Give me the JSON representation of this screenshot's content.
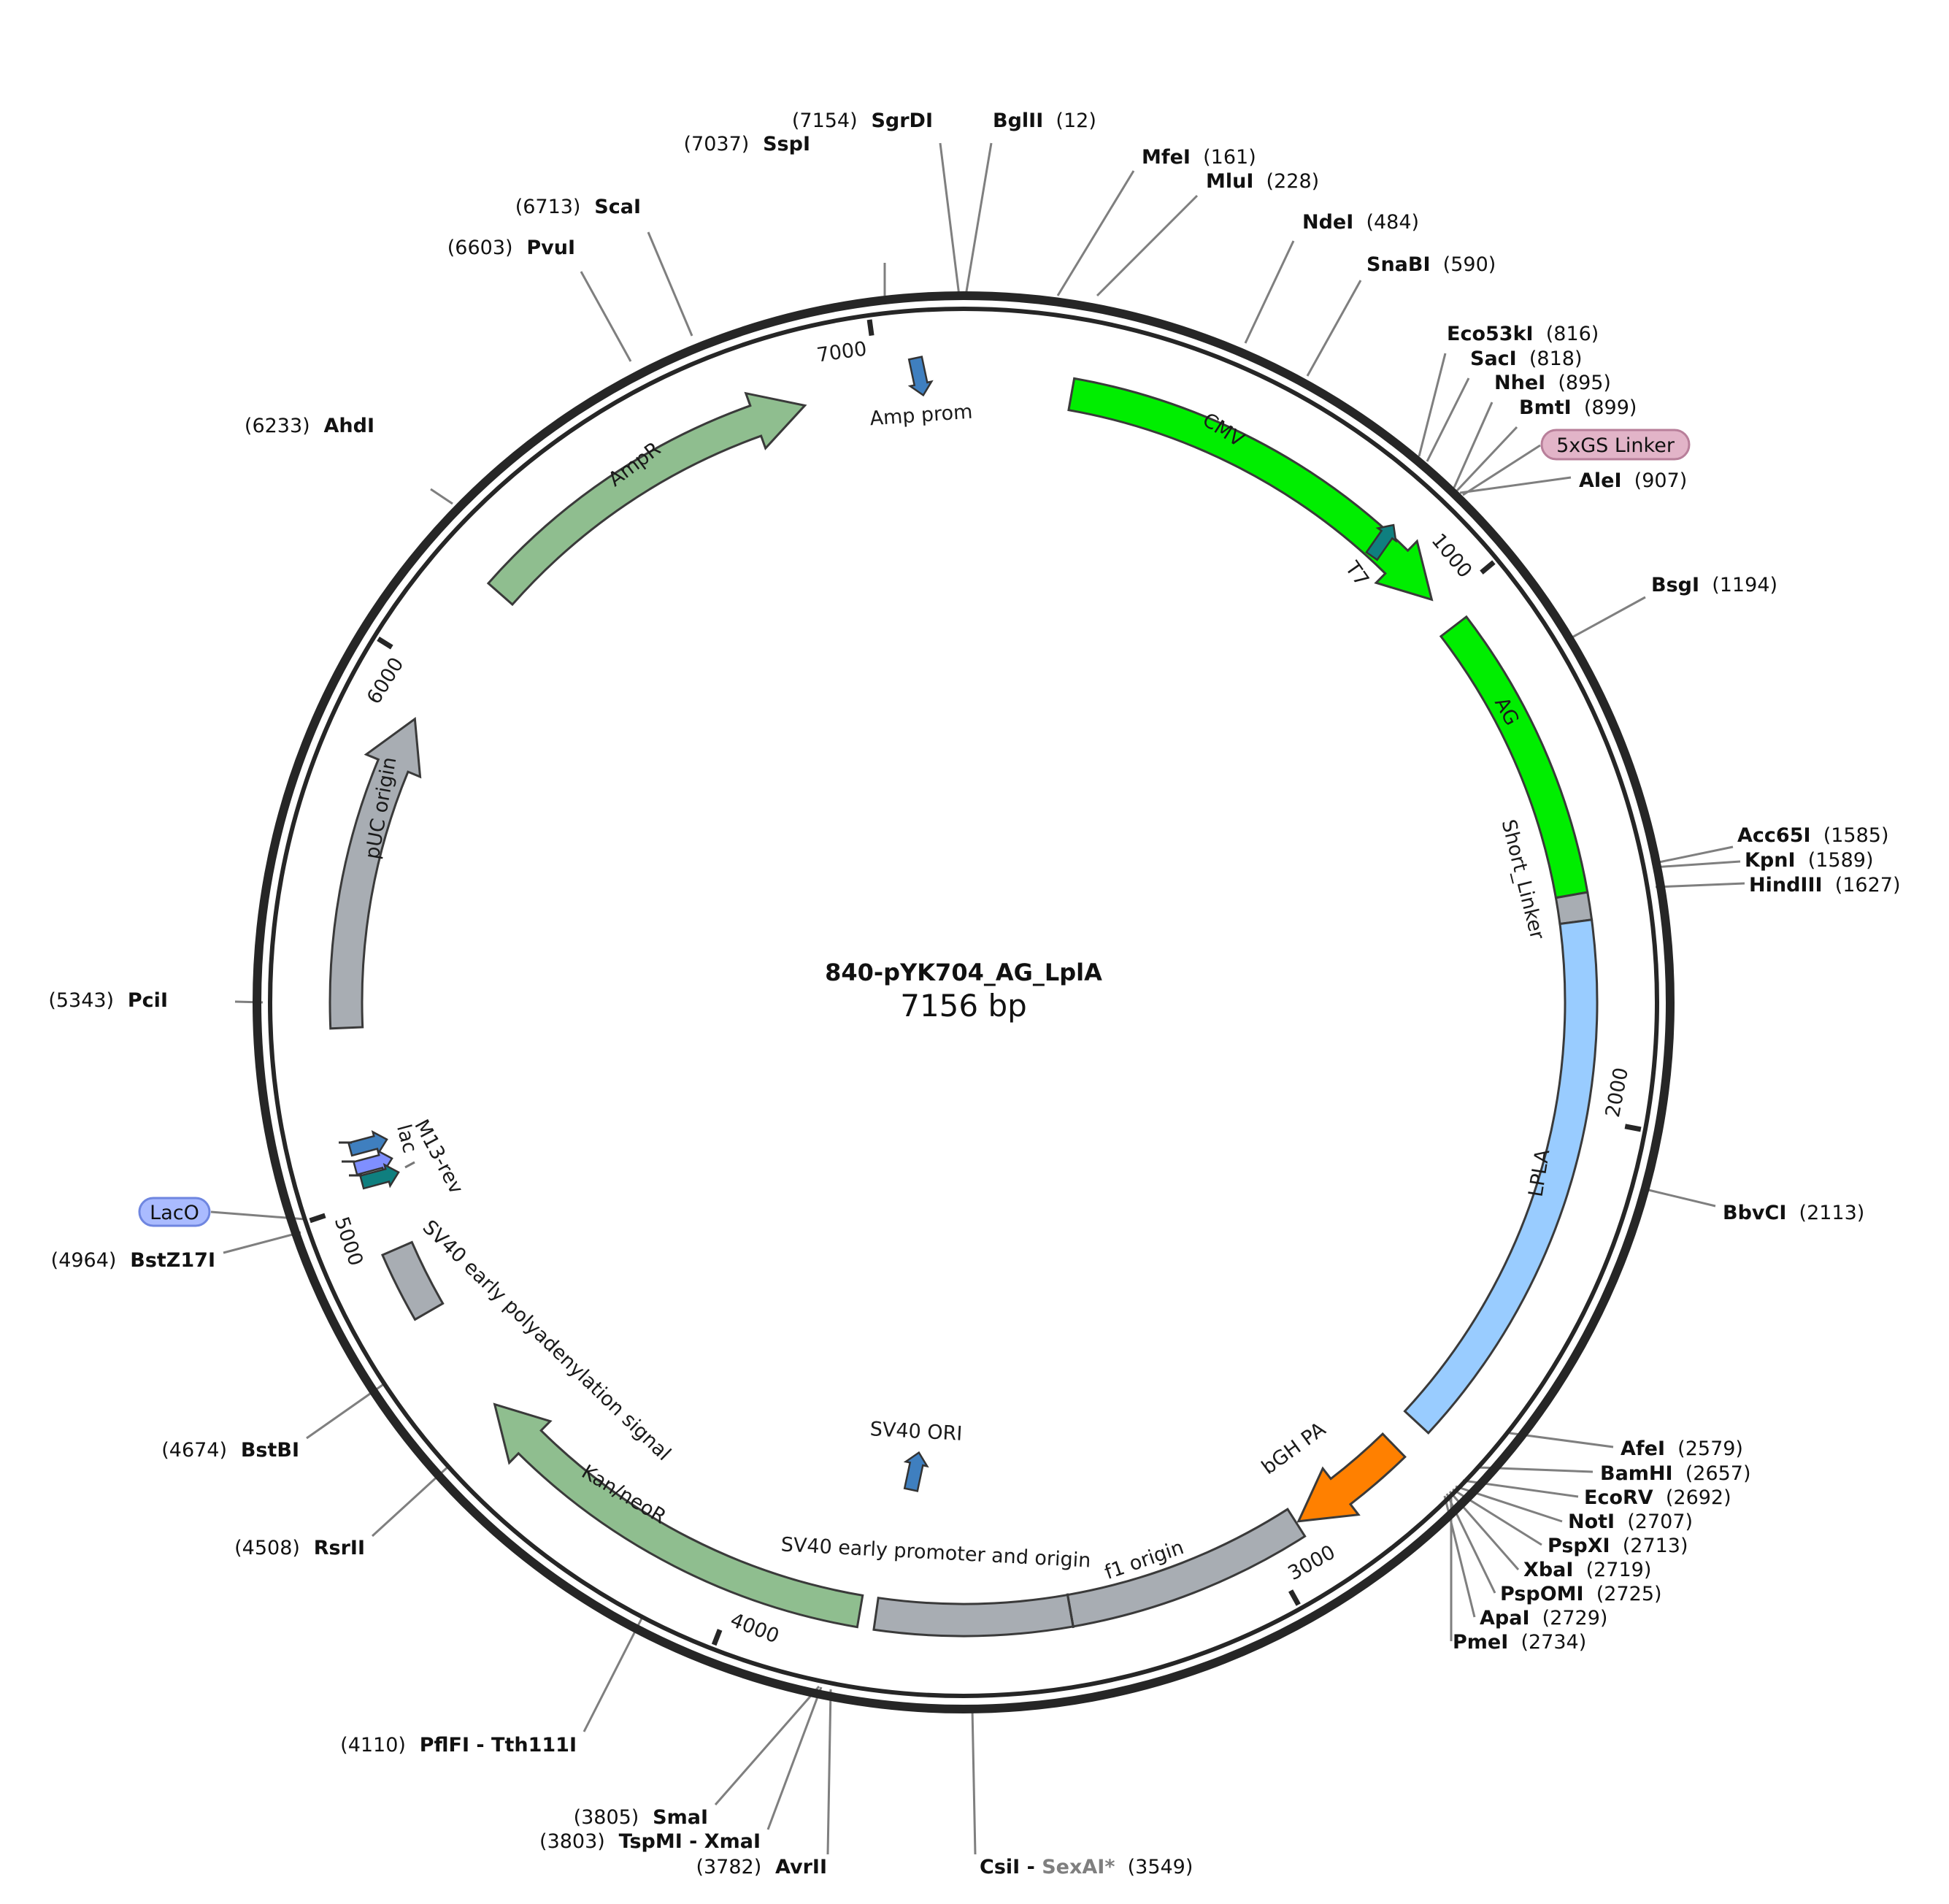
{
  "plasmid": {
    "name": "840-pYK704_AG_LplA",
    "length_label": "7156 bp",
    "length": 7156
  },
  "ticks": [
    {
      "pos": 1000,
      "label": "1000"
    },
    {
      "pos": 2000,
      "label": "2000"
    },
    {
      "pos": 3000,
      "label": "3000"
    },
    {
      "pos": 4000,
      "label": "4000"
    },
    {
      "pos": 5000,
      "label": "5000"
    },
    {
      "pos": 6000,
      "label": "6000"
    },
    {
      "pos": 7000,
      "label": "7000"
    }
  ],
  "features": [
    {
      "name": "CMV",
      "start": 200,
      "end": 980,
      "dir": 1,
      "color": "#00ee00",
      "lane": 0
    },
    {
      "name": "AG",
      "start": 1044,
      "end": 1590,
      "dir": 0,
      "color": "#00ee00",
      "lane": 0
    },
    {
      "name": "Short_Linker",
      "start": 1590,
      "end": 1640,
      "dir": 0,
      "color": "#a8adb3",
      "lane": 0
    },
    {
      "name": "LPLA",
      "start": 1640,
      "end": 2640,
      "dir": 0,
      "color": "#99ccff",
      "lane": 0
    },
    {
      "name": "bGH PA",
      "start": 2700,
      "end": 2925,
      "dir": 1,
      "color": "#ff8000",
      "lane": 0
    },
    {
      "name": "f1 origin",
      "start": 2930,
      "end": 3380,
      "dir": 0,
      "color": "#a8adb3",
      "lane": 0
    },
    {
      "name": "SV40 early promoter and origin",
      "start": 3380,
      "end": 3740,
      "dir": 0,
      "color": "#a8adb3",
      "lane": 0
    },
    {
      "name": "Kan/neoR",
      "start": 3770,
      "end": 4560,
      "dir": 1,
      "color": "#8fbe8f",
      "lane": 0
    },
    {
      "name": "SV40 early polyadenylation signal",
      "start": 4770,
      "end": 4900,
      "dir": 0,
      "color": "#a8adb3",
      "lane": 0
    },
    {
      "name": "pUC origin",
      "start": 5320,
      "end": 5910,
      "dir": 1,
      "color": "#a8adb3",
      "lane": 0
    },
    {
      "name": "AmpR",
      "start": 6190,
      "end": 6860,
      "dir": 1,
      "color": "#8fbe8f",
      "lane": 0
    }
  ],
  "small_features": [
    {
      "name": "T7",
      "pos": 1003,
      "color": "#0f7f7f"
    },
    {
      "name": "Amp prom",
      "pos": 7085,
      "color": "#3f7fbf"
    },
    {
      "name": "SV40 ORI",
      "pos": 3590,
      "color": "#3f7fbf"
    },
    {
      "name": "M13-rev",
      "pos": 5090,
      "color": "#3f7fbf"
    },
    {
      "name": "lac",
      "pos": 5070,
      "color": "#7f8fff"
    },
    {
      "name": "",
      "pos": 5050,
      "color": "#0f7f7f"
    }
  ],
  "boxed_labels": [
    {
      "text": "5xGS Linker",
      "color": "#e2b4c8",
      "border": "#b87f9a"
    },
    {
      "text": "LacO",
      "color": "#aabbff",
      "border": "#6f86e0"
    }
  ],
  "sites": [
    {
      "name": "SgrDI",
      "pos_label": "(7154)",
      "side": "left"
    },
    {
      "name": "BglII",
      "pos_label": "(12)",
      "side": "right"
    },
    {
      "name": "SspI",
      "pos_label": "(7037)",
      "side": "left"
    },
    {
      "name": "MfeI",
      "pos_label": "(161)",
      "side": "right"
    },
    {
      "name": "MluI",
      "pos_label": "(228)",
      "side": "right"
    },
    {
      "name": "ScaI",
      "pos_label": "(6713)",
      "side": "left"
    },
    {
      "name": "NdeI",
      "pos_label": "(484)",
      "side": "right"
    },
    {
      "name": "PvuI",
      "pos_label": "(6603)",
      "side": "left"
    },
    {
      "name": "SnaBI",
      "pos_label": "(590)",
      "side": "right"
    },
    {
      "name": "Eco53kI",
      "pos_label": "(816)",
      "side": "right"
    },
    {
      "name": "SacI",
      "pos_label": "(818)",
      "side": "right"
    },
    {
      "name": "NheI",
      "pos_label": "(895)",
      "side": "right"
    },
    {
      "name": "BmtI",
      "pos_label": "(899)",
      "side": "right"
    },
    {
      "name": "AleI",
      "pos_label": "(907)",
      "side": "right"
    },
    {
      "name": "AhdI",
      "pos_label": "(6233)",
      "side": "left"
    },
    {
      "name": "BsgI",
      "pos_label": "(1194)",
      "side": "right"
    },
    {
      "name": "Acc65I",
      "pos_label": "(1585)",
      "side": "right"
    },
    {
      "name": "KpnI",
      "pos_label": "(1589)",
      "side": "right"
    },
    {
      "name": "HindIII",
      "pos_label": "(1627)",
      "side": "right"
    },
    {
      "name": "PciI",
      "pos_label": "(5343)",
      "side": "left"
    },
    {
      "name": "BbvCI",
      "pos_label": "(2113)",
      "side": "right"
    },
    {
      "name": "BstZ17I",
      "pos_label": "(4964)",
      "side": "left"
    },
    {
      "name": "AfeI",
      "pos_label": "(2579)",
      "side": "right"
    },
    {
      "name": "BamHI",
      "pos_label": "(2657)",
      "side": "right"
    },
    {
      "name": "EcoRV",
      "pos_label": "(2692)",
      "side": "right"
    },
    {
      "name": "NotI",
      "pos_label": "(2707)",
      "side": "right"
    },
    {
      "name": "PspXI",
      "pos_label": "(2713)",
      "side": "right"
    },
    {
      "name": "XbaI",
      "pos_label": "(2719)",
      "side": "right"
    },
    {
      "name": "PspOMI",
      "pos_label": "(2725)",
      "side": "right"
    },
    {
      "name": "ApaI",
      "pos_label": "(2729)",
      "side": "right"
    },
    {
      "name": "PmeI",
      "pos_label": "(2734)",
      "side": "right"
    },
    {
      "name": "BstBI",
      "pos_label": "(4674)",
      "side": "left"
    },
    {
      "name": "RsrII",
      "pos_label": "(4508)",
      "side": "left"
    },
    {
      "name": "PflFI - Tth111I",
      "pos_label": "(4110)",
      "side": "left"
    },
    {
      "name": "SmaI",
      "pos_label": "(3805)",
      "side": "left"
    },
    {
      "name": "TspMI - XmaI",
      "pos_label": "(3803)",
      "side": "left"
    },
    {
      "name": "AvrII",
      "pos_label": "(3782)",
      "side": "left"
    },
    {
      "name": "CsiI - ",
      "extra": "SexAI*",
      "pos_label": "(3549)",
      "side": "right"
    }
  ]
}
